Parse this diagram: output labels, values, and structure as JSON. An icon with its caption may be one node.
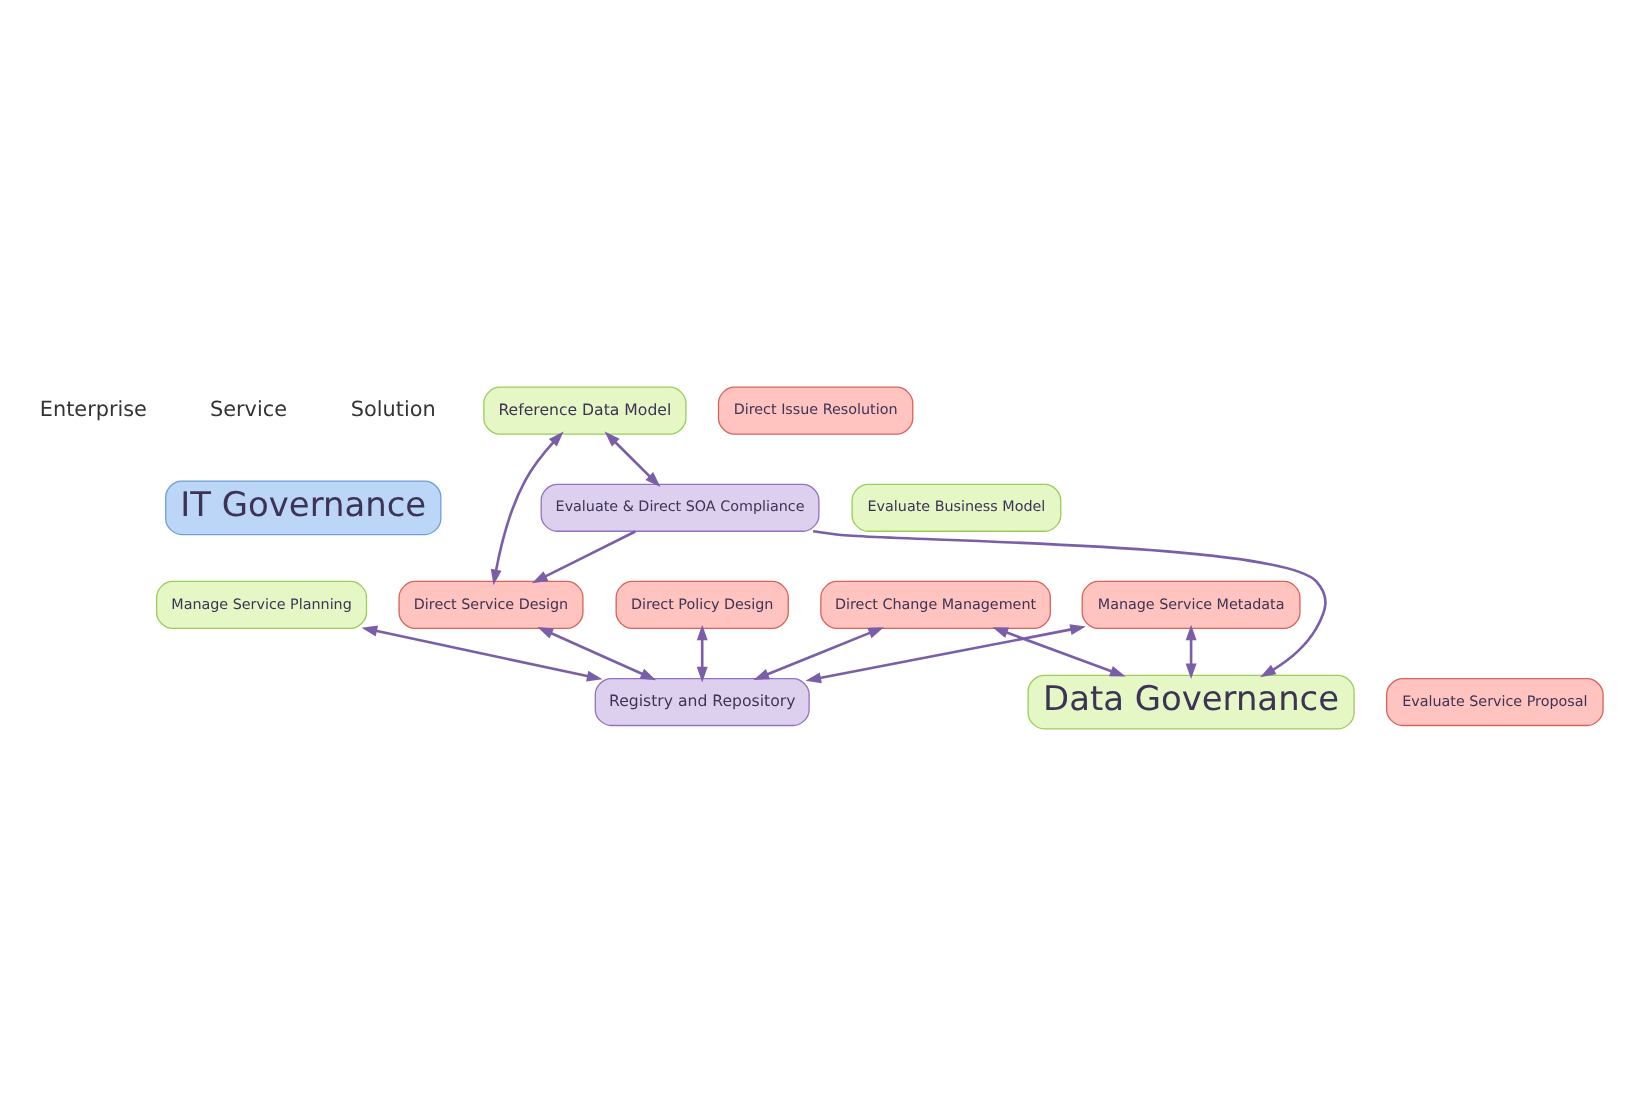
{
  "diagram": {
    "nodes": [
      {
        "text": [
          "IT Governance"
        ]
      },
      {
        "text": [
          "Reference Data Model"
        ]
      },
      {
        "text": [
          "Evaluate Business Model"
        ]
      },
      {
        "text": [
          "Manage Service Planning"
        ]
      },
      {
        "text": [
          "Evaluate Service Proposal"
        ]
      },
      {
        "text": [
          "Direct Service Design"
        ]
      },
      {
        "text": [
          "Direct Policy Design"
        ]
      },
      {
        "text": [
          "Direct Change Management"
        ]
      },
      {
        "text": [
          "Manage Service Metadata"
        ]
      },
      {
        "text": [
          "Direct Issue Resolution"
        ]
      },
      {
        "text": [
          "Evaluate & Direct SOA Compliance"
        ]
      },
      {
        "text": [
          "Registry and Repository"
        ]
      },
      {
        "text": [
          "Data Governance"
        ]
      }
    ],
    "edges": [
      {
        "from": 1,
        "to": 5,
        "arrow": "both"
      },
      {
        "from": 1,
        "to": 10,
        "arrow": "both"
      },
      {
        "from": 10,
        "to": 5,
        "arrow": "to"
      },
      {
        "from": 10,
        "to": 12,
        "arrow": "to"
      },
      {
        "from": 7,
        "to": 12,
        "arrow": "both"
      },
      {
        "from": 8,
        "to": 12,
        "arrow": "both"
      },
      {
        "from": 3,
        "to": 11,
        "arrow": "both"
      },
      {
        "from": 8,
        "to": 11,
        "arrow": "both"
      },
      {
        "from": 5,
        "to": 11,
        "arrow": "both"
      },
      {
        "from": 6,
        "to": 11,
        "arrow": "both"
      },
      {
        "from": 7,
        "to": 11,
        "arrow": "both"
      }
    ],
    "labels": [
      "Enterprise",
      "Service",
      "Solution"
    ]
  }
}
